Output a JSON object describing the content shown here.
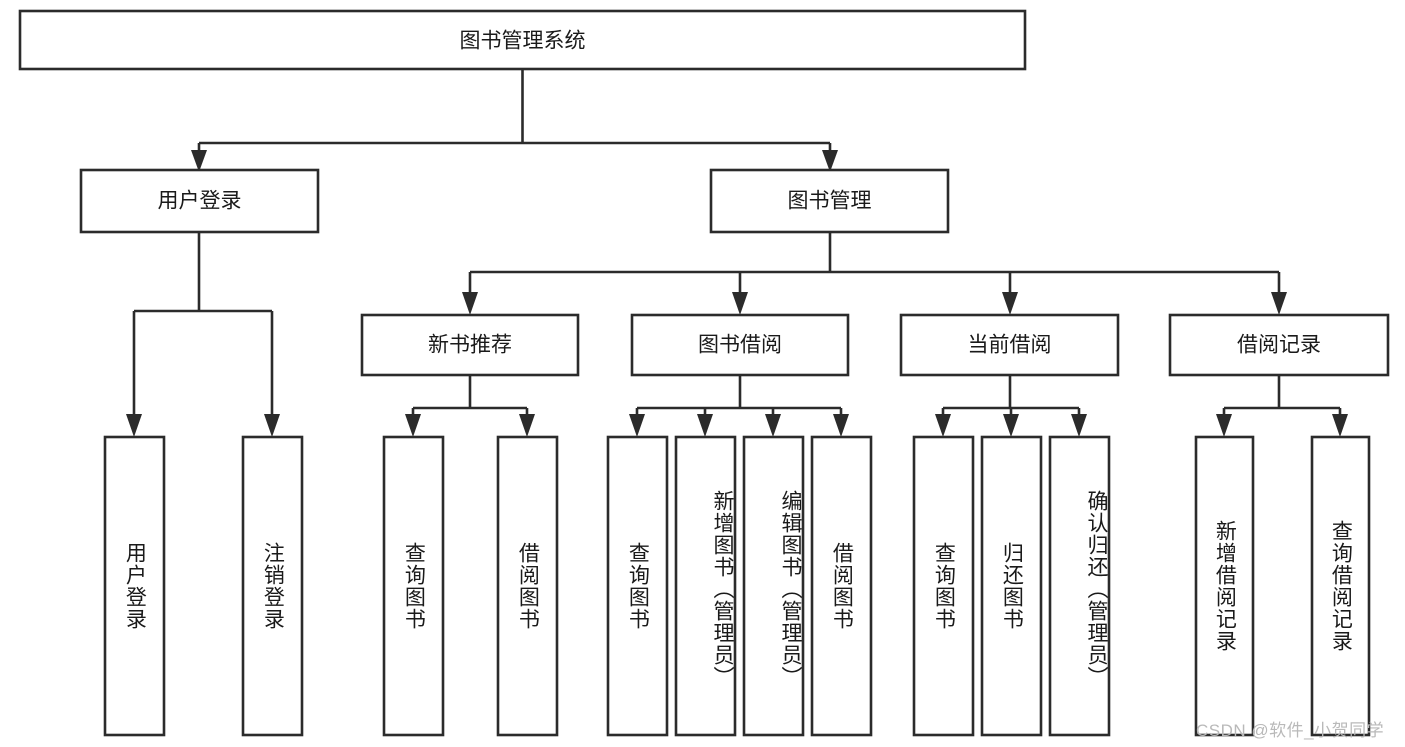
{
  "diagram": {
    "type": "tree",
    "title": "图书管理系统",
    "orientation": "top-down",
    "colors": {
      "box_stroke": "#2b2b2b",
      "box_fill": "#ffffff",
      "connector": "#2b2b2b",
      "text": "#1a1a1a",
      "watermark": "#b9b9b9",
      "background": "#ffffff"
    },
    "root": {
      "label": "图书管理系统"
    },
    "level2": [
      {
        "label": "用户登录"
      },
      {
        "label": "图书管理"
      }
    ],
    "level3": [
      {
        "label": "新书推荐"
      },
      {
        "label": "图书借阅"
      },
      {
        "label": "当前借阅"
      },
      {
        "label": "借阅记录"
      }
    ],
    "leaves": {
      "user_login": [
        {
          "label": "用户登录"
        },
        {
          "label": "注销登录"
        }
      ],
      "new_book_recommend": [
        {
          "label": "查询图书"
        },
        {
          "label": "借阅图书"
        }
      ],
      "book_borrow": [
        {
          "label": "查询图书"
        },
        {
          "label": "新增图书（管理员）"
        },
        {
          "label": "编辑图书（管理员）"
        },
        {
          "label": "借阅图书"
        }
      ],
      "current_borrow": [
        {
          "label": "查询图书"
        },
        {
          "label": "归还图书"
        },
        {
          "label": "确认归还（管理员）"
        }
      ],
      "borrow_record": [
        {
          "label": "新增借阅记录"
        },
        {
          "label": "查询借阅记录"
        }
      ]
    }
  },
  "watermark": {
    "text": "CSDN @软件_小贺同学"
  }
}
